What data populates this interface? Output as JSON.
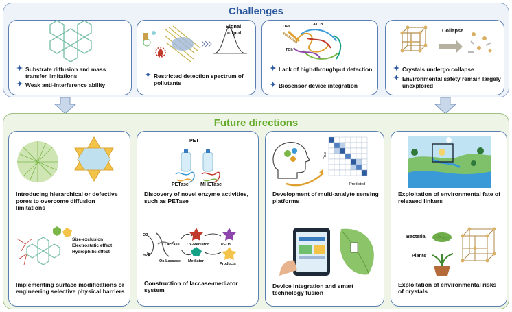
{
  "challenges": {
    "title": "Challenges",
    "cards": [
      {
        "bullets": [
          "Substrate diffusion and mass transfer limitations",
          "Weak anti-interference ability"
        ]
      },
      {
        "figure_label": "Signal output",
        "bullets": [
          "Restricted detection spectrum of pollutants"
        ]
      },
      {
        "figure_labels": [
          "ATCh",
          "OPs",
          "Inhibition",
          "TCh"
        ],
        "bullets": [
          "Lack of high-throughput detection",
          "Biosensor device integration"
        ]
      },
      {
        "figure_label": "Collapse",
        "bullets": [
          "Crystals undergo collapse",
          "Environmental safety remain largely unexplored"
        ]
      }
    ]
  },
  "future": {
    "title": "Future directions",
    "cards": [
      {
        "top_caption": "Introducing hierarchical or defective pores to overcome diffusion limitations",
        "bottom_labels": [
          "Size-exclusion",
          "Electrostatic effect",
          "Hydrophilic effect"
        ],
        "bottom_caption": "Implementing surface modifications or engineering selective physical barriers"
      },
      {
        "top_labels": [
          "PET",
          "PETase",
          "MHETase"
        ],
        "top_caption": "Discovery of novel enzyme activities, such as PETase",
        "bottom_labels": [
          "O2",
          "H2O",
          "Laccase",
          "Ox-Laccase",
          "Ox-Mediator",
          "Mediator",
          "PFOS",
          "Products"
        ],
        "bottom_caption": "Construction of laccase-mediator system"
      },
      {
        "top_labels": [
          "True",
          "Predicted"
        ],
        "top_caption": "Development of multi-analyte sensing platforms",
        "bottom_caption": "Device integration and smart technology fusion"
      },
      {
        "top_caption": "Exploitation of environmental fate of released linkers",
        "bottom_labels": [
          "Bacteria",
          "Plants"
        ],
        "bottom_caption": "Exploitation of environmental risks of crystals"
      }
    ]
  },
  "colors": {
    "challenge_blue": "#2e5a9e",
    "future_green": "#67ac2e",
    "card_border": "#5b7fb3",
    "arrow_fill": "#c9d7ea"
  }
}
